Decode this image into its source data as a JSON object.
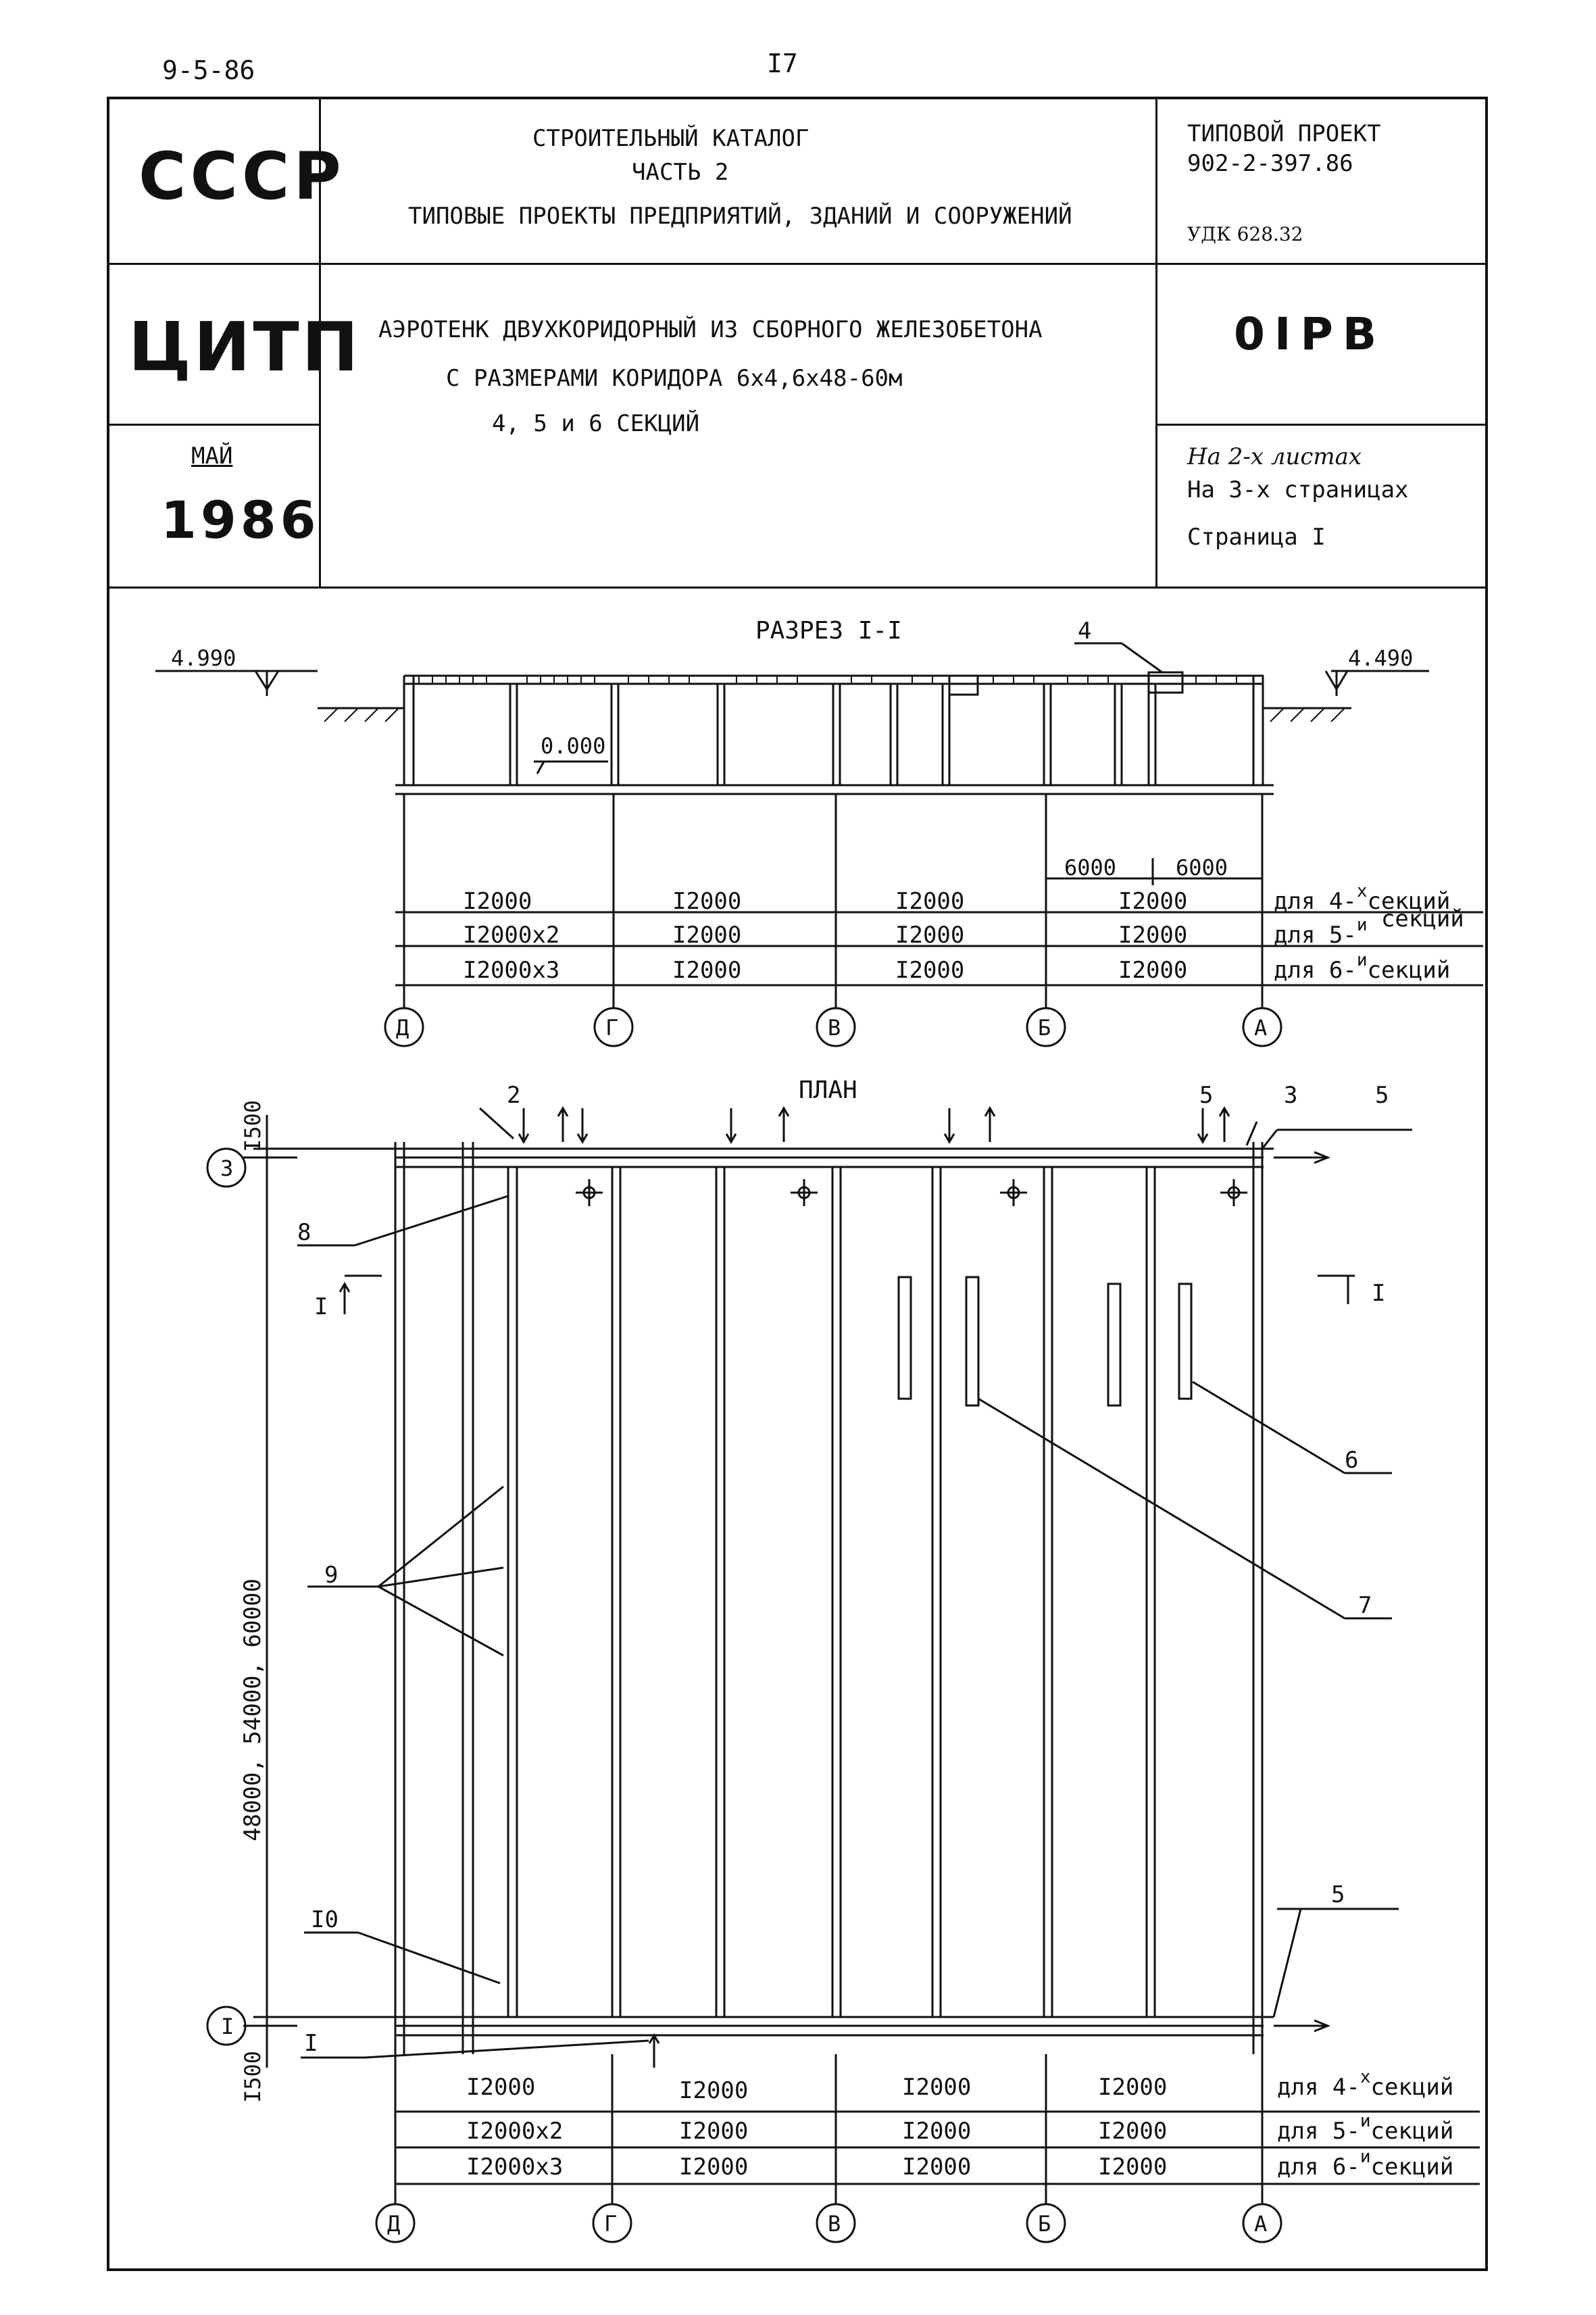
{
  "header": {
    "date": "9-5-86",
    "page_number": "I7"
  },
  "stamp": {
    "country": "СССР",
    "org": "ЦИТП",
    "month": "МАЙ",
    "year": "1986",
    "catalog_line1": "СТРОИТЕЛЬНЫЙ  КАТАЛОГ",
    "catalog_line2": "ЧАСТЬ  2",
    "catalog_line3": "ТИПОВЫЕ ПРОЕКТЫ ПРЕДПРИЯТИЙ, ЗДАНИЙ И СООРУЖЕНИЙ",
    "project_label": "ТИПОВОЙ  ПРОЕКТ",
    "project_number": "902-2-397.86",
    "udk": "УДК 628.32",
    "title_line1": "АЭРОТЕНК ДВУХКОРИДОРНЫЙ ИЗ СБОРНОГО ЖЕЛЕЗОБЕТОНА",
    "title_line2": "С РАЗМЕРАМИ КОРИДОРА  6х4,6х48-60м",
    "title_line3": "4, 5  и 6 СЕКЦИЙ",
    "code": "0IPB",
    "sheets": "На 2-х листах",
    "pages": "На 3-х страницах",
    "page": "Страница I"
  },
  "section": {
    "title": "РАЗРЕЗ I-I",
    "level_left": "4.990",
    "level_right": "4.490",
    "level_zero": "0.000",
    "callout_4": "4",
    "dim_6000_a": "6000",
    "dim_6000_b": "6000",
    "rows": [
      {
        "c1": "I2000",
        "c2": "I2000",
        "c3": "I2000",
        "c4": "I2000",
        "label": "для 4-",
        "sup": "х",
        "tail": "секций"
      },
      {
        "c1": "I2000х2",
        "c2": "I2000",
        "c3": "I2000",
        "c4": "I2000",
        "label": "для 5-",
        "sup": "и",
        "tail": " секций"
      },
      {
        "c1": "I2000х3",
        "c2": "I2000",
        "c3": "I2000",
        "c4": "I2000",
        "label": "для 6-",
        "sup": "и",
        "tail": "секций"
      }
    ],
    "axes": [
      "Д",
      "Г",
      "В",
      "Б",
      "А"
    ]
  },
  "plan": {
    "title": "ПЛАН",
    "callouts": {
      "c2": "2",
      "c3": "3",
      "c5a": "5",
      "c5b": "5",
      "c5c": "5",
      "c6": "6",
      "c7": "7",
      "c8": "8",
      "c9": "9",
      "c10": "I0",
      "cI": "I"
    },
    "section_mark_left": "I",
    "section_mark_right": "I",
    "axis_top": "3",
    "axis_bottom": "I",
    "dim_1500_top": "I500",
    "dim_1500_bottom": "I500",
    "dim_length": "48000, 54000, 60000",
    "rows": [
      {
        "c1": "I2000",
        "c2": "I2000",
        "c3": "I2000",
        "c4": "I2000",
        "label": "для 4-",
        "sup": "х",
        "tail": "секций"
      },
      {
        "c1": "I2000х2",
        "c2": "I2000",
        "c3": "I2000",
        "c4": "I2000",
        "label": "для 5-",
        "sup": "и",
        "tail": "секций"
      },
      {
        "c1": "I2000х3",
        "c2": "I2000",
        "c3": "I2000",
        "c4": "I2000",
        "label": "для 6-",
        "sup": "и",
        "tail": "секций"
      }
    ],
    "axes": [
      "Д",
      "Г",
      "В",
      "Б",
      "А"
    ]
  }
}
